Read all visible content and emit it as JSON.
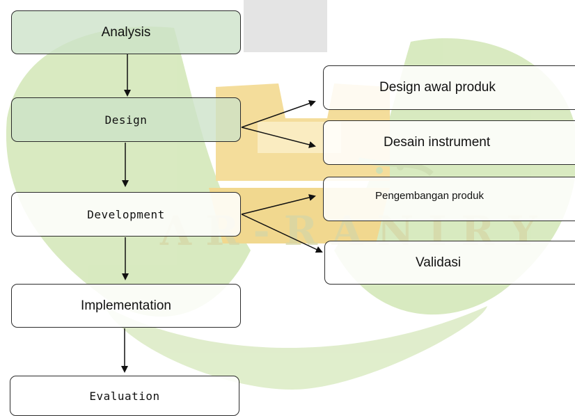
{
  "nodes": {
    "analysis": "Analysis",
    "design": "Design",
    "development": "Development",
    "implementation": "Implementation",
    "evaluation": "Evaluation",
    "design_awal_produk": "Design awal produk",
    "desain_instrument": "Desain instrument",
    "pengembangan_produk": "Pengembangan produk",
    "validasi": "Validasi"
  },
  "watermark": {
    "text": "A R - R A N I R Y",
    "colors": {
      "green": "#8cbf45",
      "gold": "#e2b020",
      "gray": "#cfcfcf"
    }
  }
}
